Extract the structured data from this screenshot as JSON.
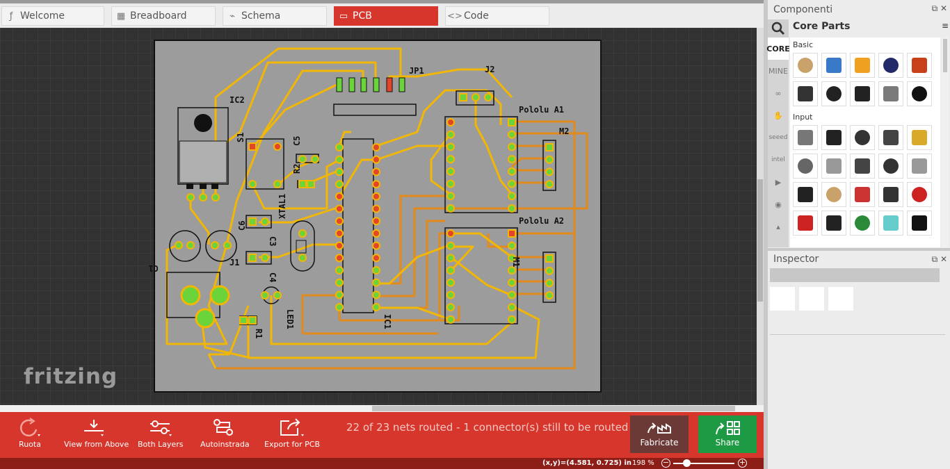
{
  "tabs": [
    {
      "label": "Welcome",
      "icon": "fritzing-f-icon"
    },
    {
      "label": "Breadboard",
      "icon": "breadboard-icon"
    },
    {
      "label": "Schema",
      "icon": "schematic-icon"
    },
    {
      "label": "PCB",
      "icon": "pcb-icon",
      "active": true
    },
    {
      "label": "Code",
      "icon": "code-icon"
    }
  ],
  "canvas": {
    "logo": "fritzing",
    "board_labels": {
      "ic2": "IC2",
      "s1": "S1",
      "c5": "C5",
      "r2": "R2",
      "xtal1": "XTAL1",
      "jp1": "JP1",
      "j2": "J2",
      "pololu_a1": "Pololu A1",
      "m2": "M2",
      "pololu_a2": "Pololu A2",
      "m1": "M1",
      "c6": "C6",
      "c3": "C3",
      "j1": "J1",
      "c1": "C1",
      "c4": "C4",
      "led1": "LED1",
      "r1": "R1",
      "ic1": "IC1"
    }
  },
  "toolbar": {
    "route": "Ruota",
    "view": "View from Above",
    "layers": "Both Layers",
    "autoroute": "Autoinstrada",
    "export": "Export for PCB",
    "status": "22 of 23 nets routed - 1 connector(s) still to be routed",
    "fabricate": "Fabricate",
    "share": "Share"
  },
  "statusbar": {
    "coords": "(x,y)=(4.581, 0.725) in",
    "zoom": "198 %",
    "zoom_level_fraction": 0.22
  },
  "components": {
    "title": "Componenti",
    "bin_title": "Core Parts",
    "bin_tabs": [
      "CORE",
      "MINE"
    ],
    "sections": [
      "Basic",
      "Input"
    ]
  },
  "inspector": {
    "title": "Inspector"
  },
  "colors": {
    "accent": "#d7362c",
    "share": "#1f9a44",
    "fabricate": "#6b3a36",
    "board": "#9c9c9c",
    "trace_top": "#f2b705",
    "trace_bottom": "#e38a1c",
    "pad_green": "#6ad43a",
    "pad_red": "#e2452a"
  }
}
